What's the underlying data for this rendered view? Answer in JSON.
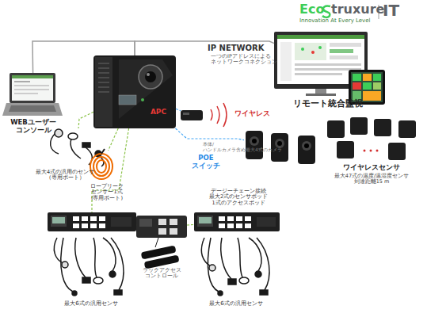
{
  "diagram": {
    "nodes": [
      {
        "text": [
          "APC"
        ]
      },
      {
        "text": [
          "WEBユーザー コンソール"
        ]
      },
      {
        "text": [
          "リモート統合監視"
        ]
      },
      {
        "text": [
          "ワイヤレス"
        ]
      },
      {
        "text": [
          "本体/ハンドルカメラ含め最大4式のカメラ"
        ]
      },
      {
        "text": [
          "ワイヤレスセンサ",
          "最大47式の温度/温湿度センサ 到達距離15 m"
        ]
      },
      {
        "text": [
          "最大4式の汎用のセンサ （専用ポート）"
        ]
      },
      {
        "text": [
          "ロープリーク センサー1式 (専用ポート)"
        ]
      },
      {
        "text": [
          "最大6式の汎用センサ"
        ]
      },
      {
        "text": [
          "ラックアクセス コントロール"
        ]
      },
      {
        "text": [
          "デージーチェーン接続 最大2式のセンサポッド 1式のアクセスポッド",
          "最大6式の汎用センサ"
        ]
      }
    ],
    "edges": [
      {
        "from": 0,
        "to": 1,
        "arrow": "none"
      },
      {
        "from": 0,
        "to": 2,
        "arrow": "none"
      },
      {
        "from": 0,
        "to": 3,
        "arrow": "none"
      },
      {
        "from": 0,
        "to": 4,
        "arrow": "none"
      },
      {
        "from": 0,
        "to": 6,
        "arrow": "none"
      },
      {
        "from": 0,
        "to": 7,
        "arrow": "none"
      },
      {
        "from": 0,
        "to": 8,
        "arrow": "none"
      },
      {
        "from": 8,
        "to": 9,
        "arrow": "none"
      },
      {
        "from": 9,
        "to": 10,
        "arrow": "none"
      }
    ],
    "labels": [
      "Eco",
      "truxure",
      "IT",
      "Innovation At Every Level",
      "IP NETWORK",
      "一つのIPアドレスによる ネットワークコネクション",
      "POE スイッチ"
    ]
  }
}
